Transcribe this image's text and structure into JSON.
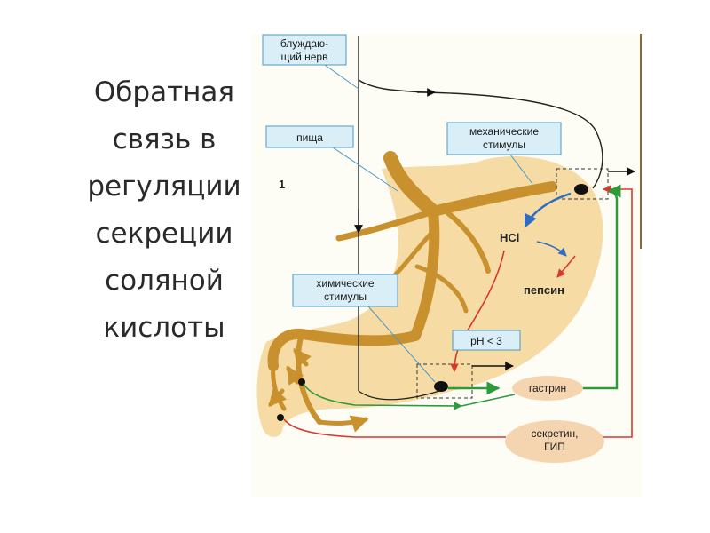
{
  "title_lines": [
    "Обратная",
    "связь в",
    "регуляции",
    "секреции",
    "соляной",
    "кислоты"
  ],
  "figure_number": "1",
  "labels": {
    "vagus": [
      "блуждаю-",
      "щий нерв"
    ],
    "food": "пища",
    "mechanical": [
      "механические",
      "стимулы"
    ],
    "hcl": "HCl",
    "pepsin": "пепсин",
    "chemical": [
      "химические",
      "стимулы"
    ],
    "ph": "pH < 3",
    "gastrin": "гастрин",
    "secretin": [
      "секретин,",
      "ГИП"
    ]
  },
  "colors": {
    "stomach": "#f6dca4",
    "organ": "#c9902e",
    "label_box": "#d9eef7",
    "label_border": "#4a9ac8",
    "hormone_oval": "#f5d5b0",
    "green_path": "#2f9a3a",
    "red_path": "#d8392b",
    "blue_arrow": "#2e6dc2"
  }
}
